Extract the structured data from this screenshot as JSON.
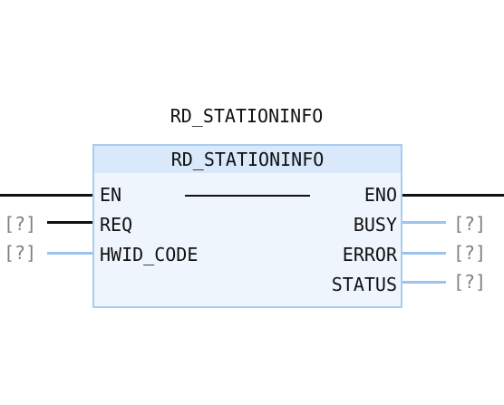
{
  "instance_name": "RD_STATIONINFO",
  "block": {
    "type_name": "RD_STATIONINFO",
    "inputs": [
      {
        "label": "EN",
        "param": "",
        "wire": "black"
      },
      {
        "label": "REQ",
        "param": "[?]",
        "wire": "black"
      },
      {
        "label": "HWID_CODE",
        "param": "[?]",
        "wire": "blue"
      }
    ],
    "outputs": [
      {
        "label": "ENO",
        "param": "",
        "wire": "black"
      },
      {
        "label": "BUSY",
        "param": "[?]",
        "wire": "blue"
      },
      {
        "label": "ERROR",
        "param": "[?]",
        "wire": "blue"
      },
      {
        "label": "STATUS",
        "param": "[?]",
        "wire": "blue"
      }
    ]
  },
  "colors": {
    "block_fill": "#eef5fc",
    "block_border": "#a9cdf0",
    "header_fill": "#d9e8fb",
    "wire_bool": "#111111",
    "wire_other": "#9cc3ee",
    "param_text": "#808080"
  }
}
